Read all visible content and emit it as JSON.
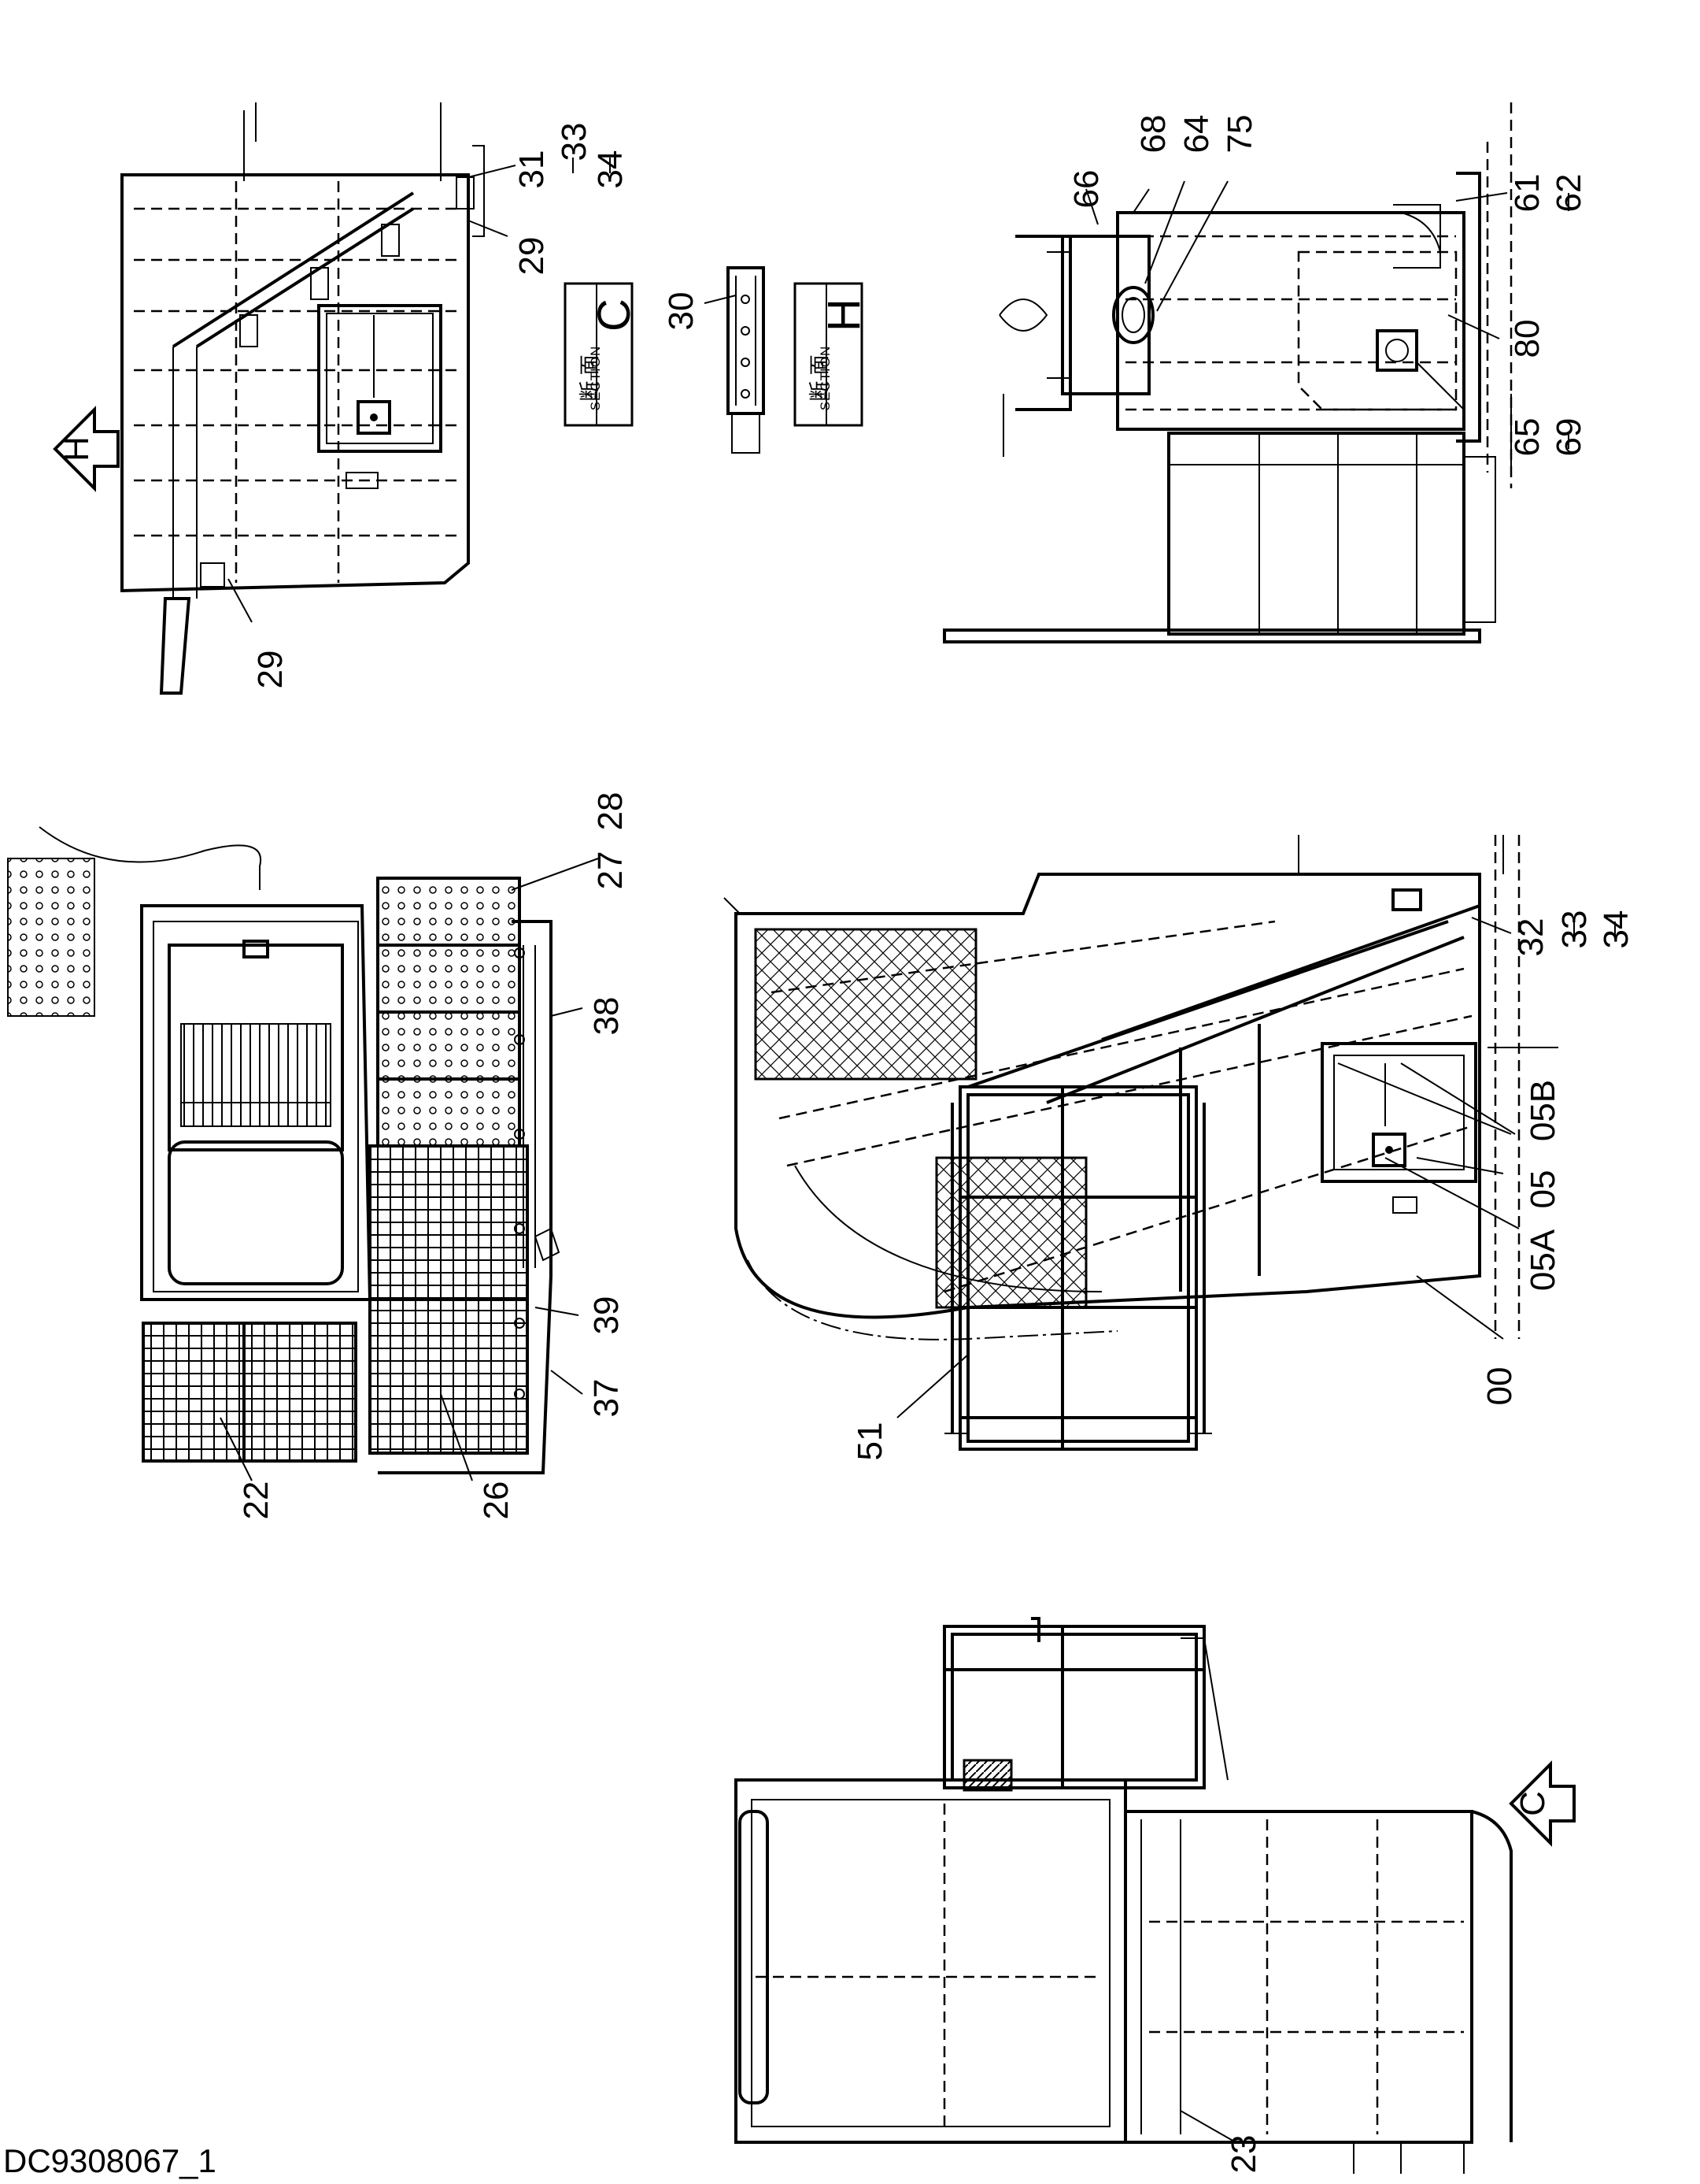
{
  "drawing": {
    "id": "DC9308067_1",
    "view_markers": [
      "H",
      "C"
    ],
    "sections": [
      {
        "letter": "C",
        "jp": "断 面",
        "en": "SECTION"
      },
      {
        "letter": "H",
        "jp": "断 面",
        "en": "SECTION"
      }
    ],
    "part_labels": [
      "31",
      "33",
      "34",
      "29",
      "29",
      "30",
      "66",
      "68",
      "64",
      "75",
      "61",
      "62",
      "80",
      "65",
      "69",
      "27",
      "28",
      "38",
      "39",
      "37",
      "22",
      "26",
      "32",
      "33",
      "34",
      "05B",
      "05",
      "05A",
      "00",
      "51",
      "23"
    ]
  }
}
